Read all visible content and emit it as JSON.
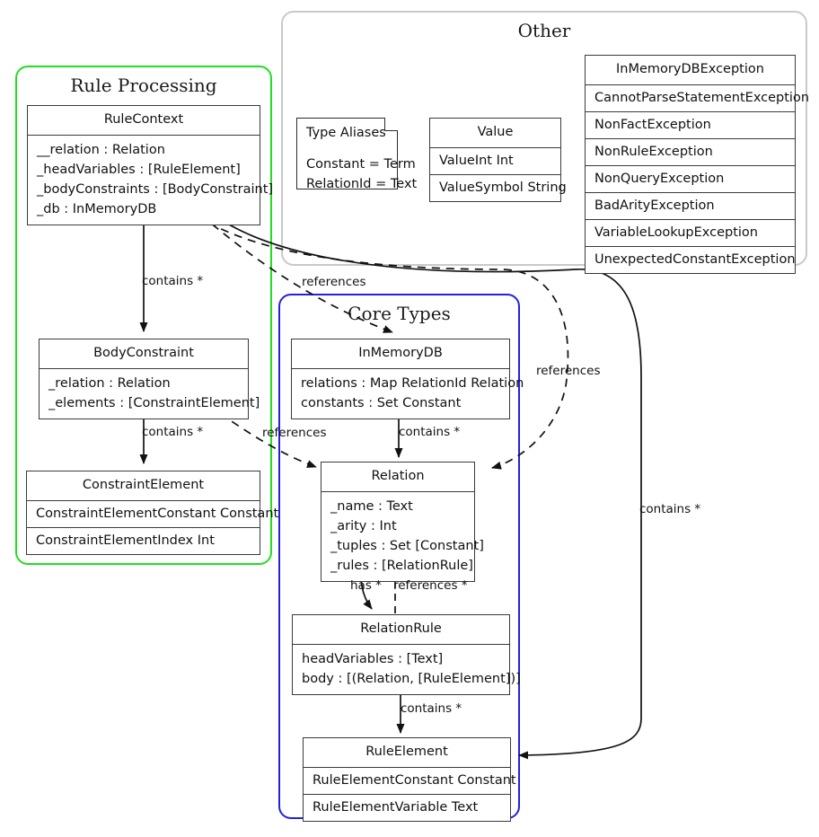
{
  "packages": {
    "rule_processing": {
      "title": "Rule Processing",
      "color": "#22dd22"
    },
    "core_types": {
      "title": "Core Types",
      "color": "#2222dd"
    },
    "other": {
      "title": "Other",
      "color": "#c9c9c9"
    }
  },
  "classes": {
    "rule_context": {
      "name": "RuleContext",
      "attributes": [
        "__relation : Relation",
        "_headVariables : [RuleElement]",
        "_bodyConstraints : [BodyConstraint]",
        "_db : InMemoryDB"
      ]
    },
    "body_constraint": {
      "name": "BodyConstraint",
      "attributes": [
        "_relation : Relation",
        "_elements : [ConstraintElement]"
      ]
    },
    "constraint_element": {
      "name": "ConstraintElement",
      "variants": [
        "ConstraintElementConstant Constant",
        "ConstraintElementIndex Int"
      ]
    },
    "in_memory_db": {
      "name": "InMemoryDB",
      "attributes": [
        "relations : Map RelationId Relation",
        "constants : Set Constant"
      ]
    },
    "relation": {
      "name": "Relation",
      "attributes": [
        "_name : Text",
        "_arity : Int",
        "_tuples : Set [Constant]",
        "_rules : [RelationRule]"
      ]
    },
    "relation_rule": {
      "name": "RelationRule",
      "attributes": [
        "headVariables : [Text]",
        "body : [(Relation, [RuleElement])]"
      ]
    },
    "rule_element": {
      "name": "RuleElement",
      "variants": [
        "RuleElementConstant Constant",
        "RuleElementVariable Text"
      ]
    },
    "value": {
      "name": "Value",
      "variants": [
        "ValueInt Int",
        "ValueSymbol String"
      ]
    },
    "exceptions": {
      "name": "InMemoryDBException",
      "variants": [
        "CannotParseStatementException",
        "NonFactException",
        "NonRuleException",
        "NonQueryException",
        "BadArityException",
        "VariableLookupException",
        "UnexpectedConstantException"
      ]
    }
  },
  "note": {
    "title": "Type Aliases",
    "lines": [
      "Constant = Term",
      "RelationId = Text"
    ]
  },
  "edges": [
    {
      "id": "rulecontext-bodyconstraint",
      "label": "contains *"
    },
    {
      "id": "bodyconstraint-constraintelement",
      "label": "contains *"
    },
    {
      "id": "rulecontext-inmemorydb",
      "label": "references"
    },
    {
      "id": "bodyconstraint-relation",
      "label": "references"
    },
    {
      "id": "rulecontext-relation",
      "label": "references"
    },
    {
      "id": "inmemorydb-relation",
      "label": "contains *"
    },
    {
      "id": "relation-relationrule-has",
      "label": "has *"
    },
    {
      "id": "relationrule-relation-references",
      "label": "references *"
    },
    {
      "id": "relationrule-ruleelement",
      "label": "contains *"
    },
    {
      "id": "rulecontext-ruleelement",
      "label": "contains *"
    }
  ]
}
